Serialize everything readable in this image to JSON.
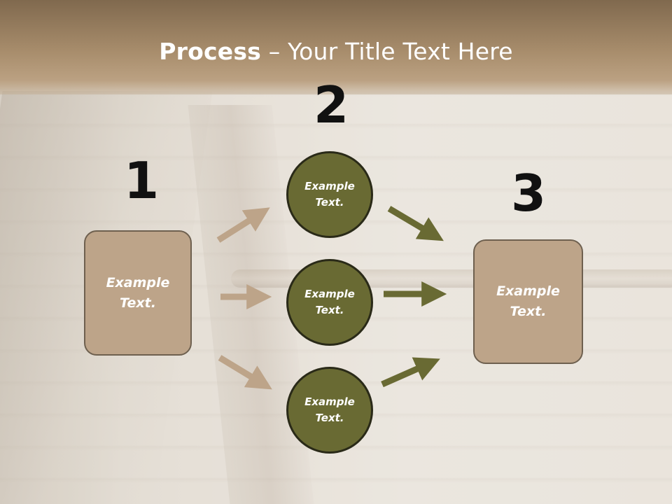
{
  "title": {
    "bold": "Process",
    "rest": " – Your Title Text Here"
  },
  "steps": {
    "one": "1",
    "two": "2",
    "three": "3"
  },
  "boxes": {
    "left": "Example\nText.",
    "right": "Example\nText."
  },
  "circles": {
    "top": "Example\nText.",
    "middle": "Example\nText.",
    "bottom": "Example\nText."
  },
  "colors": {
    "header": "#a88d6c",
    "box_fill": "#bda489",
    "circle_fill": "#696a33",
    "arrow_tan": "#bda489",
    "arrow_olive": "#696a33"
  }
}
